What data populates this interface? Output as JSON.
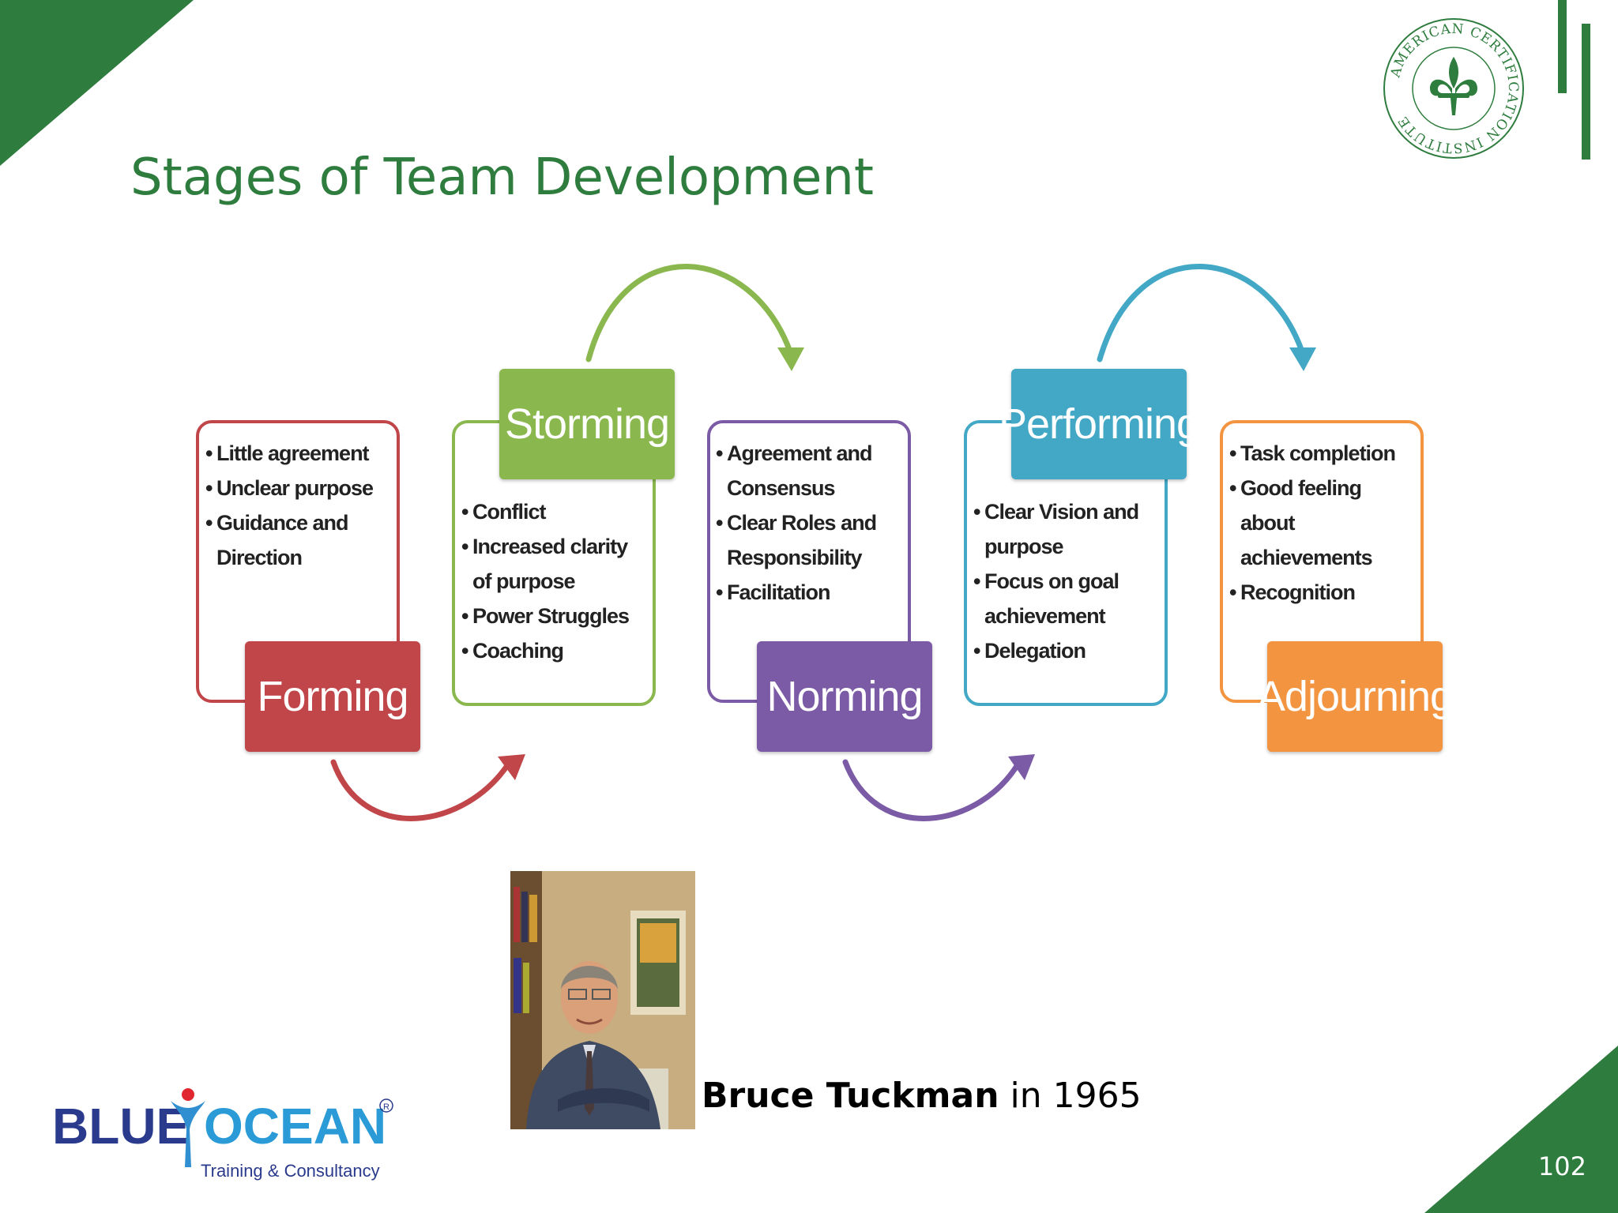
{
  "slide": {
    "title": "Stages of Team Development",
    "page_number": "102",
    "accent_color": "#2e7d3e"
  },
  "seal": {
    "text": "AMERICAN CERTIFICATION INSTITUTE",
    "icon": "fleur-de-lis-icon"
  },
  "stages": [
    {
      "label": "Forming",
      "color": "#c0464a",
      "items": [
        "Little agreement",
        "Unclear purpose",
        "Guidance and Direction"
      ]
    },
    {
      "label": "Storming",
      "color": "#8ab84e",
      "items": [
        "Conflict",
        "Increased clarity of purpose",
        "Power Struggles",
        "Coaching"
      ]
    },
    {
      "label": "Norming",
      "color": "#7b5aa6",
      "items": [
        "Agreement and Consensus",
        "Clear Roles and Responsibility",
        "Facilitation"
      ]
    },
    {
      "label": "Performing",
      "color": "#42a8c6",
      "items": [
        "Clear Vision and purpose",
        "Focus on goal achievement",
        "Delegation"
      ]
    },
    {
      "label": "Adjourning",
      "color": "#f39440",
      "items": [
        "Task completion",
        "Good feeling about achievements",
        "Recognition"
      ]
    }
  ],
  "caption": {
    "name": "Bruce Tuckman",
    "rest": " in 1965"
  },
  "logo": {
    "word1": "BLUE",
    "word2": "OCEAN",
    "tagline": "Training & Consultancy",
    "registered": "R"
  }
}
